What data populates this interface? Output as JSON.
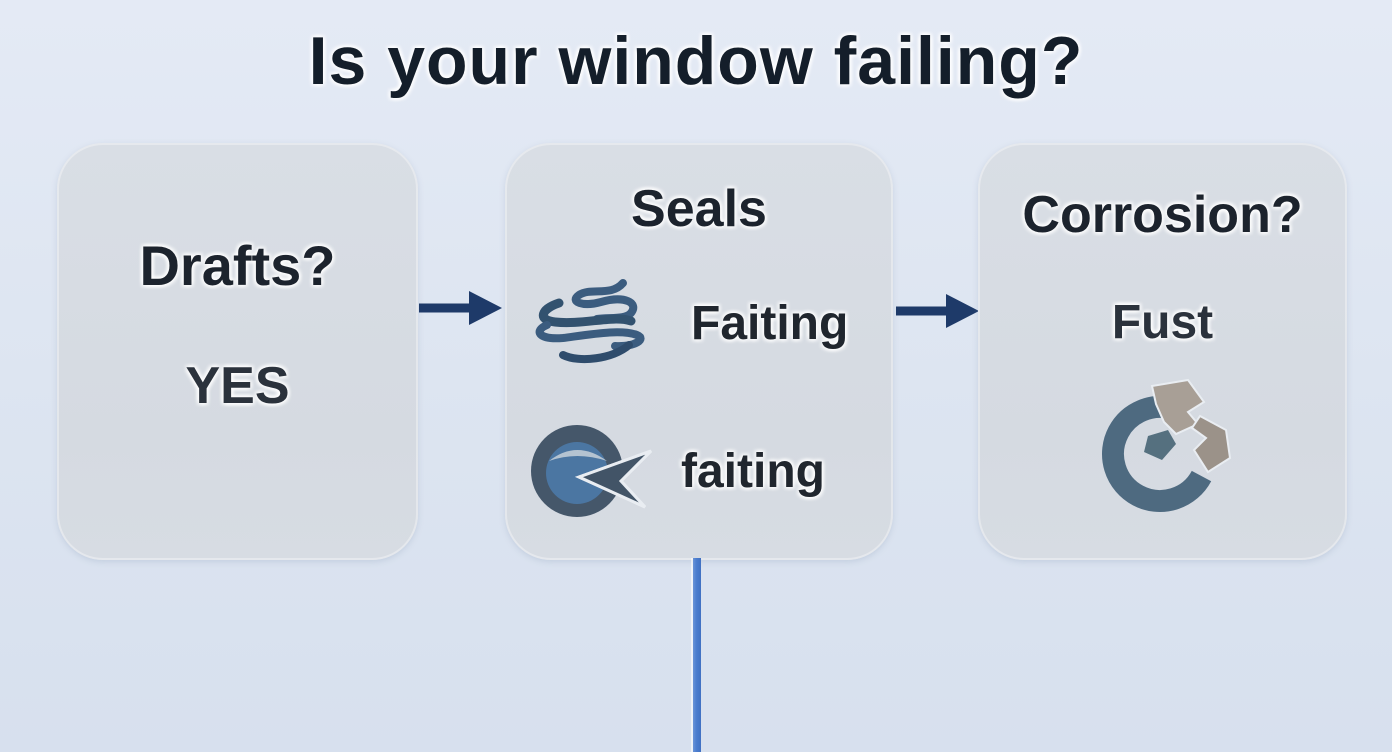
{
  "title": "Is your window failing?",
  "nodes": {
    "drafts": {
      "question": "Drafts?",
      "answer": "YES"
    },
    "seals": {
      "title": "Seals",
      "items": [
        {
          "icon": "draft-swirl-icon",
          "label": "Faiting"
        },
        {
          "icon": "seal-arrow-icon",
          "label": "faiting"
        }
      ]
    },
    "corrosion": {
      "title": "Corrosion?",
      "answer": "Fust",
      "icon": "corrosion-disc-icon"
    }
  },
  "connectors": {
    "arrow1": "right-arrow from drafts to seals",
    "arrow2": "right-arrow from seals to corrosion",
    "drop_line": "vertical line down from seals box"
  },
  "colors": {
    "background": "#dde5f1",
    "box_bg": "#d6dbe2",
    "title_text": "#141e2a",
    "body_text": "#20262e",
    "arrow_navy": "#1e3a69",
    "drop_line_blue": "#4c7ecf",
    "icon_steel_blue": "#3b5c7f",
    "icon_slate": "#45576a",
    "icon_inner_blue": "#4b76a2",
    "icon_rust_gray": "#a89f96"
  }
}
